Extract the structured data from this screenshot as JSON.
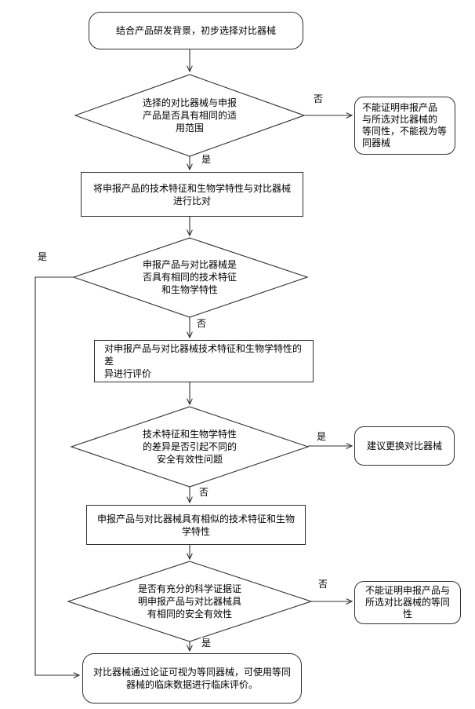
{
  "canvas": {
    "background": "#ffffff",
    "stroke_color": "#303030",
    "text_color": "#000000"
  },
  "labels": {
    "yes": "是",
    "no": "否"
  },
  "nodes": {
    "start": "结合产品研发背景，初步选择对比器械",
    "decision_intended_use": "选择的对比器械与申报\n产品是否具有相同的适\n用范围",
    "not_equivalent_1": "不能证明申报产品\n与所选对比器械的\n等同性，不能视为等\n同器械",
    "compare": "将申报产品的技术特征和生物学特性与对比器械\n进行比对",
    "decision_same_characteristics": "申报产品与对比器械是\n否具有相同的技术特征\n和生物学特性",
    "evaluate_differences": "对申报产品与对比器械技术特征和生物学特性的差\n异进行评价",
    "decision_safety_issues": "技术特征和生物学特性\n的差异是否引起不同的\n安全有效性问题",
    "replace_comparator": "建议更换对比器械",
    "similar_characteristics": "申报产品与对比器械具有相似的技术特征和生物\n学特性",
    "decision_sufficient_evidence": "是否有充分的科学证据证\n明申报产品与对比器械具\n有相同的安全有效性",
    "not_equivalent_2": "不能证明申报产品与\n所选对比器械的等同\n性",
    "end": "对比器械通过论证可视为等同器械，可使用等同\n器械的临床数据进行临床评价。"
  }
}
